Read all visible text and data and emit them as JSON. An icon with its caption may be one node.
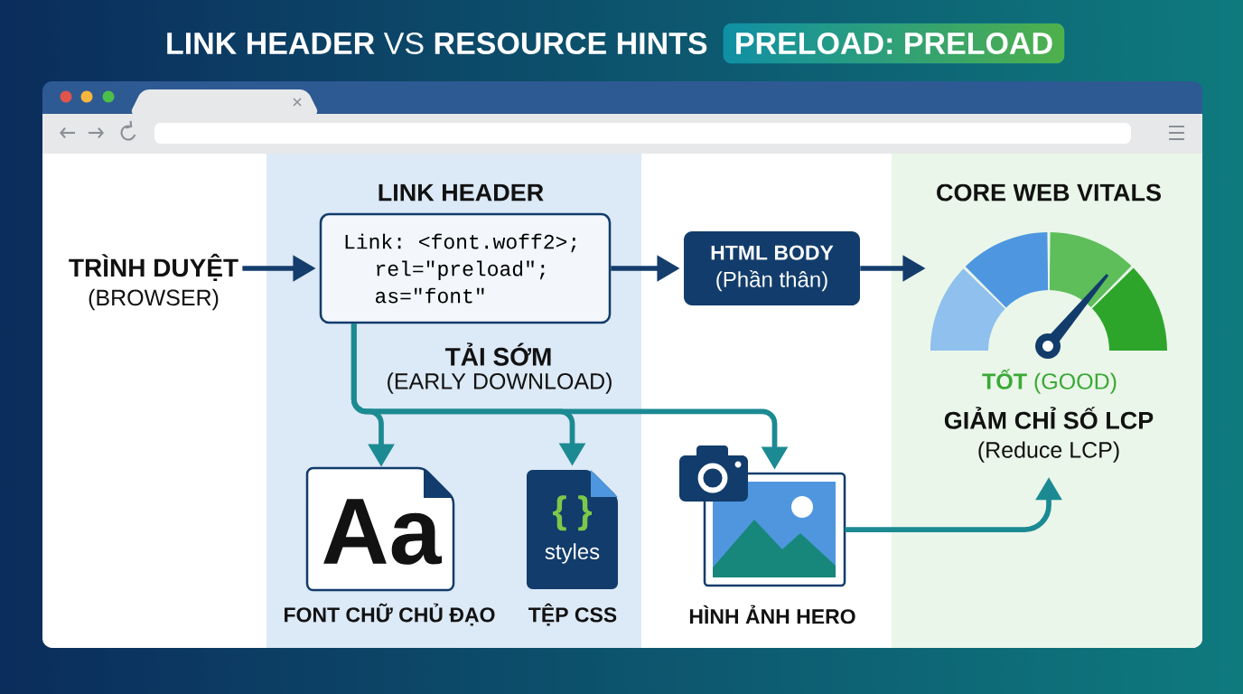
{
  "diagram": {
    "title": "**LINK HEADER** VS **RESOURCE HINTS**",
    "nodes": [
      {
        "text": [
          "TRÌNH DUYỆT",
          "(BROWSER)"
        ]
      },
      {
        "text": [
          "LINK HEADER"
        ]
      },
      {
        "text": [
          "Link: <font.woff2>; rel=\"preload\"; as=\"font\""
        ],
        "in": 1
      },
      {
        "text": [
          "HTML BODY",
          "(Phần thân)"
        ]
      },
      {
        "text": [
          "CORE WEB VITALS"
        ]
      },
      {
        "text": [],
        "shape": "picture",
        "in": 4,
        "beside": [
          "**TỐT** (GOOD)"
        ]
      },
      {
        "text": [
          "GIẢM CHỈ SỐ LCP",
          "(Reduce LCP)"
        ],
        "in": 4
      },
      {
        "text": [
          "Aa"
        ],
        "in": 1,
        "beside": [
          "FONT CHỮ CHỦ ĐẠO"
        ]
      },
      {
        "text": [
          "{ }",
          "styles"
        ],
        "in": 1,
        "beside": [
          "TỆP CSS"
        ]
      },
      {
        "text": [],
        "shape": "picture",
        "beside": [
          "HÌNH ẢNH HERO"
        ]
      }
    ],
    "edges": [
      {
        "from": 0,
        "to": 2,
        "arrow": "to",
        "color": "#143d6c"
      },
      {
        "from": 2,
        "to": 3,
        "arrow": "to",
        "color": "#143d6c"
      },
      {
        "from": 3,
        "to": 5,
        "arrow": "to",
        "color": "#143d6c"
      },
      {
        "from": 2,
        "to": 7,
        "arrow": "to"
      },
      {
        "from": 2,
        "to": 8,
        "arrow": "to"
      },
      {
        "from": 2,
        "to": 9,
        "arrow": "to"
      },
      {
        "from": 9,
        "to": 6,
        "arrow": "to"
      }
    ],
    "labels": [
      "PRELOAD: PRELOAD",
      "TẢI SỚM",
      "(EARLY DOWNLOAD)"
    ]
  }
}
